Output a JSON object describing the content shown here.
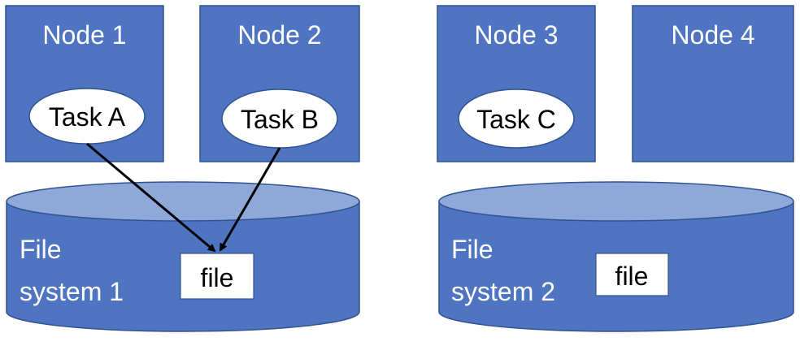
{
  "nodes": [
    {
      "label": "Node 1"
    },
    {
      "label": "Node 2"
    },
    {
      "label": "Node 3"
    },
    {
      "label": "Node 4"
    }
  ],
  "tasks": [
    {
      "label": "Task A",
      "node": "Node 1"
    },
    {
      "label": "Task B",
      "node": "Node 2"
    },
    {
      "label": "Task C",
      "node": "Node 3"
    }
  ],
  "file_systems": [
    {
      "label_line1": "File",
      "label_line2": "system 1",
      "file_label": "file"
    },
    {
      "label_line1": "File",
      "label_line2": "system 2",
      "file_label": "file"
    }
  ],
  "connections": [
    {
      "from": "Task A",
      "to": "file in File system 1"
    },
    {
      "from": "Task B",
      "to": "file in File system 1"
    }
  ],
  "colors": {
    "node_fill": "#4f74c1",
    "cylinder_top": "#8fa8da",
    "outline": "#31538f",
    "arrow": "#000000"
  }
}
